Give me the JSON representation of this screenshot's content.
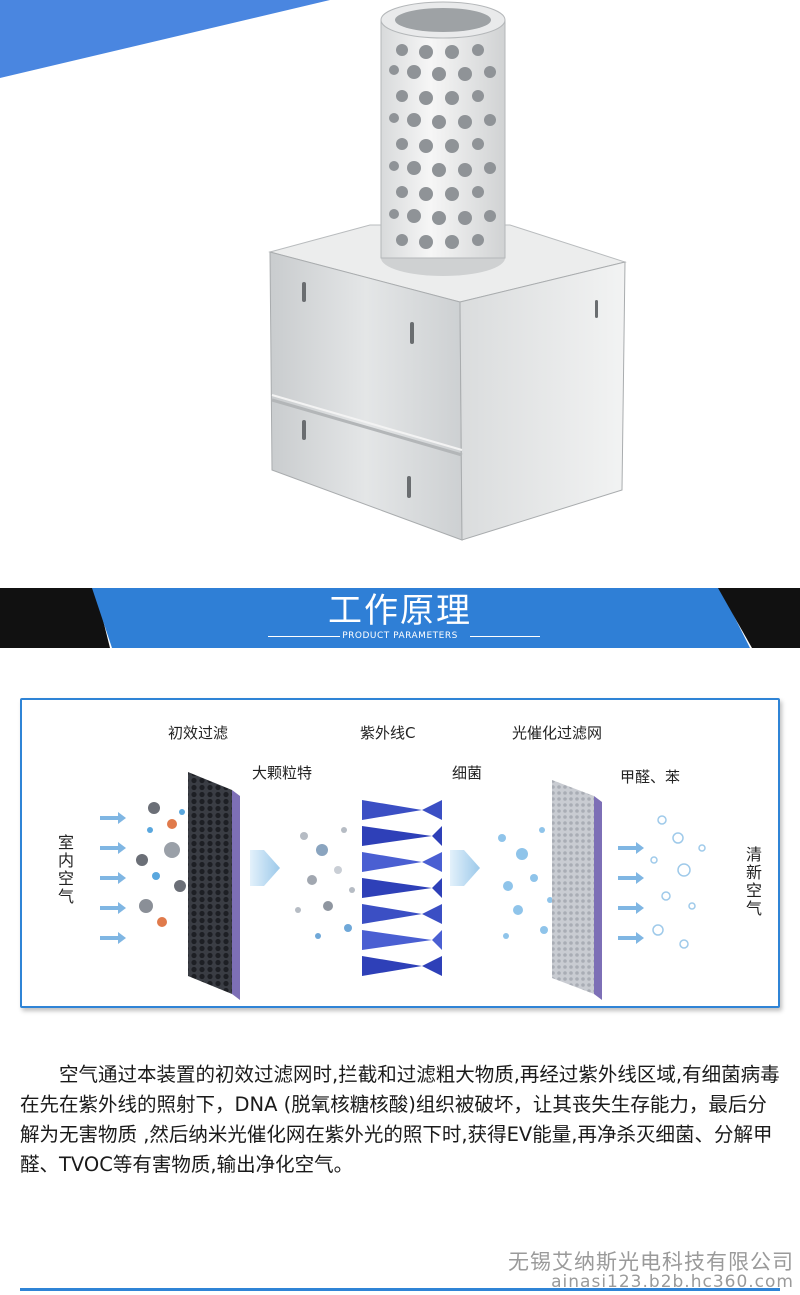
{
  "section": {
    "title": "工作原理",
    "subtitle": "PRODUCT PARAMETERS"
  },
  "diagram": {
    "stage_labels": {
      "primary_filter": "初效过滤",
      "uv": "紫外线C",
      "photocatalyst": "光催化过滤网"
    },
    "sub_labels": {
      "large_particles": "大颗粒特",
      "bacteria": "细菌",
      "formaldehyde_benzene": "甲醛、苯"
    },
    "input_label": "室内空气",
    "output_label": "清新空气"
  },
  "description": "空气通过本装置的初效过滤网时,拦截和过滤粗大物质,再经过紫外线区域,有细菌病毒在先在紫外线的照射下，DNA (脱氧核糖核酸)组织被破坏，让其丧失生存能力，最后分解为无害物质 ,然后纳米光催化网在紫外光的照下时,获得EV能量,再净杀灭细菌、分解甲醛、TVOC等有害物质,输出净化空气。",
  "footer": {
    "company": "无锡艾纳斯光电科技有限公司",
    "url": "ainasi123.b2b.hc360.com"
  },
  "colors": {
    "accent": "#2f84d6",
    "dark": "#111111",
    "text": "#1a1a1a",
    "watermark": "#9a9a9a"
  }
}
